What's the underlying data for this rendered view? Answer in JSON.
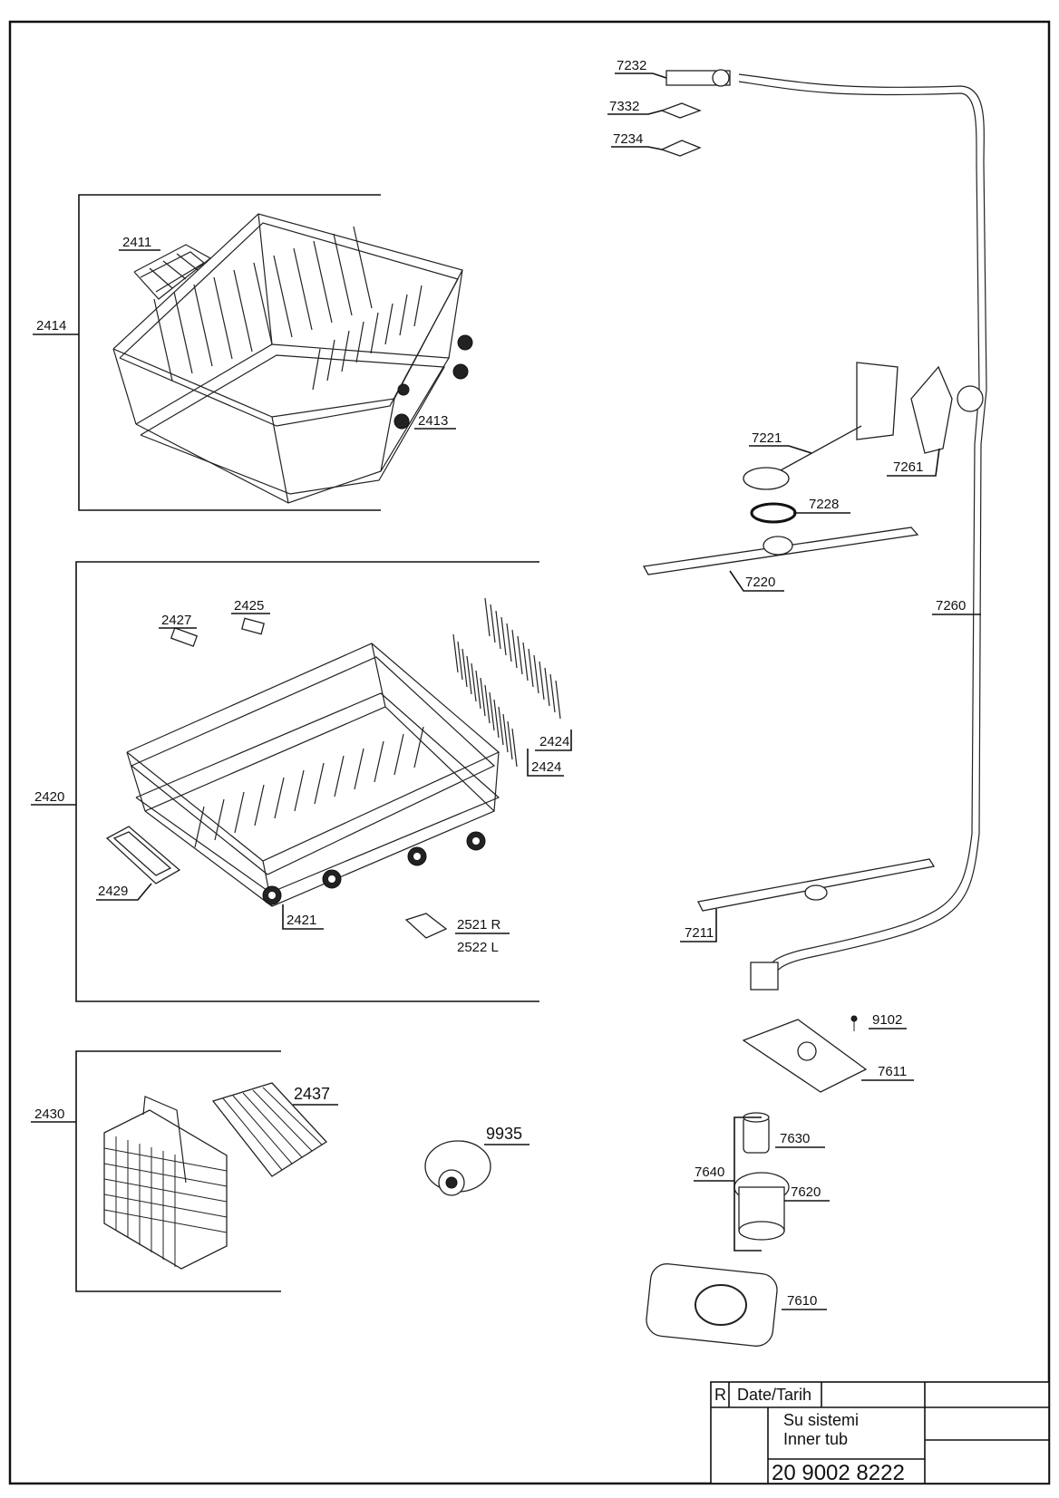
{
  "parts": {
    "p2414": "2414",
    "p2411": "2411",
    "p2413": "2413",
    "p2420": "2420",
    "p2427": "2427",
    "p2425": "2425",
    "p2424a": "2424",
    "p2424b": "2424",
    "p2429": "2429",
    "p2421": "2421",
    "p2521": "2521 R",
    "p2522": "2522 L",
    "p2430": "2430",
    "p2437": "2437",
    "p9935": "9935",
    "p7232": "7232",
    "p7332": "7332",
    "p7234": "7234",
    "p7221": "7221",
    "p7261": "7261",
    "p7228": "7228",
    "p7220": "7220",
    "p7260": "7260",
    "p7211": "7211",
    "p9102": "9102",
    "p7611": "7611",
    "p7640": "7640",
    "p7630": "7630",
    "p7620": "7620",
    "p7610": "7610"
  },
  "title_block": {
    "rev": "R",
    "date_label": "Date/Tarih",
    "title_tr": "Su sistemi",
    "title_en": "Inner tub",
    "drawing_number": "20 9002 8222"
  }
}
